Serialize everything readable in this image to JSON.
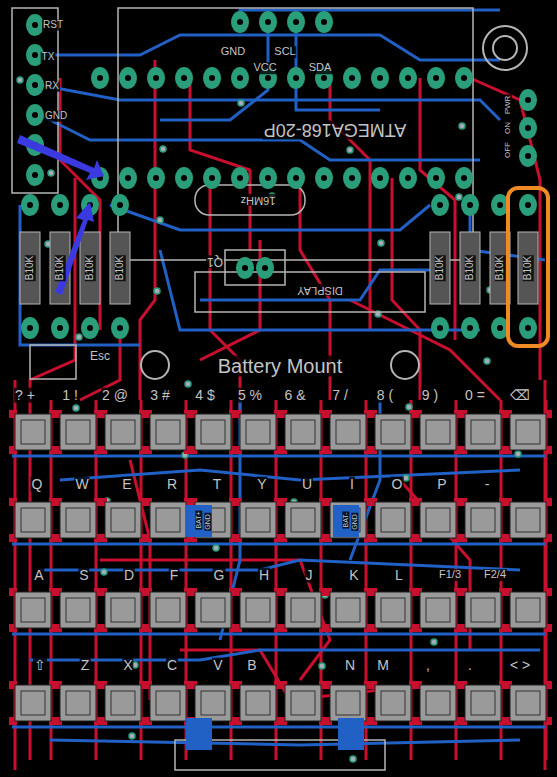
{
  "diagram": {
    "labels": [
      "RST",
      "TX",
      "RX",
      "GND",
      "GND",
      "SCL",
      "VCC",
      "SDA",
      "ATMEGA168-20P",
      "16MHz",
      "Q1",
      "DISPLAY",
      "Battery Mount",
      "Esc",
      "B10K",
      "B10K",
      "B10K",
      "B10K",
      "B10K",
      "B10K",
      "B10K",
      "B10K",
      "PWR",
      "ON",
      "OFF",
      "? +",
      "1 !",
      "2 @",
      "3 #",
      "4 $",
      "5 %",
      "6 &",
      "7 /",
      "8 (",
      "9 )",
      "0 =",
      "⌫",
      "Q",
      "W",
      "E",
      "R",
      "T",
      "Y",
      "U",
      "I",
      "O",
      "P",
      "-",
      "A",
      "S",
      "D",
      "F",
      "G",
      "H",
      "J",
      "K",
      "L",
      "F1/3",
      "F2/4",
      "⇧",
      "Z",
      "X",
      "C",
      "V",
      "B",
      "N",
      "M",
      ",",
      ".",
      "< >",
      "BAT+",
      "GND",
      "BAT-",
      "GND"
    ]
  }
}
